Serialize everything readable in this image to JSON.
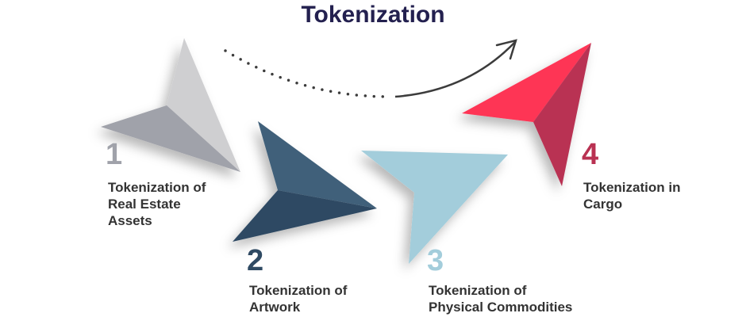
{
  "title": "Tokenization",
  "steps": [
    {
      "number": "1",
      "label": "Tokenization of\nReal Estate\nAssets",
      "color": "#a0a2aa",
      "light": "#cfcfd1"
    },
    {
      "number": "2",
      "label": "Tokenization of\nArtwork",
      "color": "#2f4a63",
      "light": "#41607a"
    },
    {
      "number": "3",
      "label": "Tokenization of\nPhysical Commodities",
      "color": "#a3cddb",
      "light": "#a3cddb"
    },
    {
      "number": "4",
      "label": "Tokenization in\nCargo",
      "color": "#b93252",
      "light": "#fe3455"
    }
  ]
}
